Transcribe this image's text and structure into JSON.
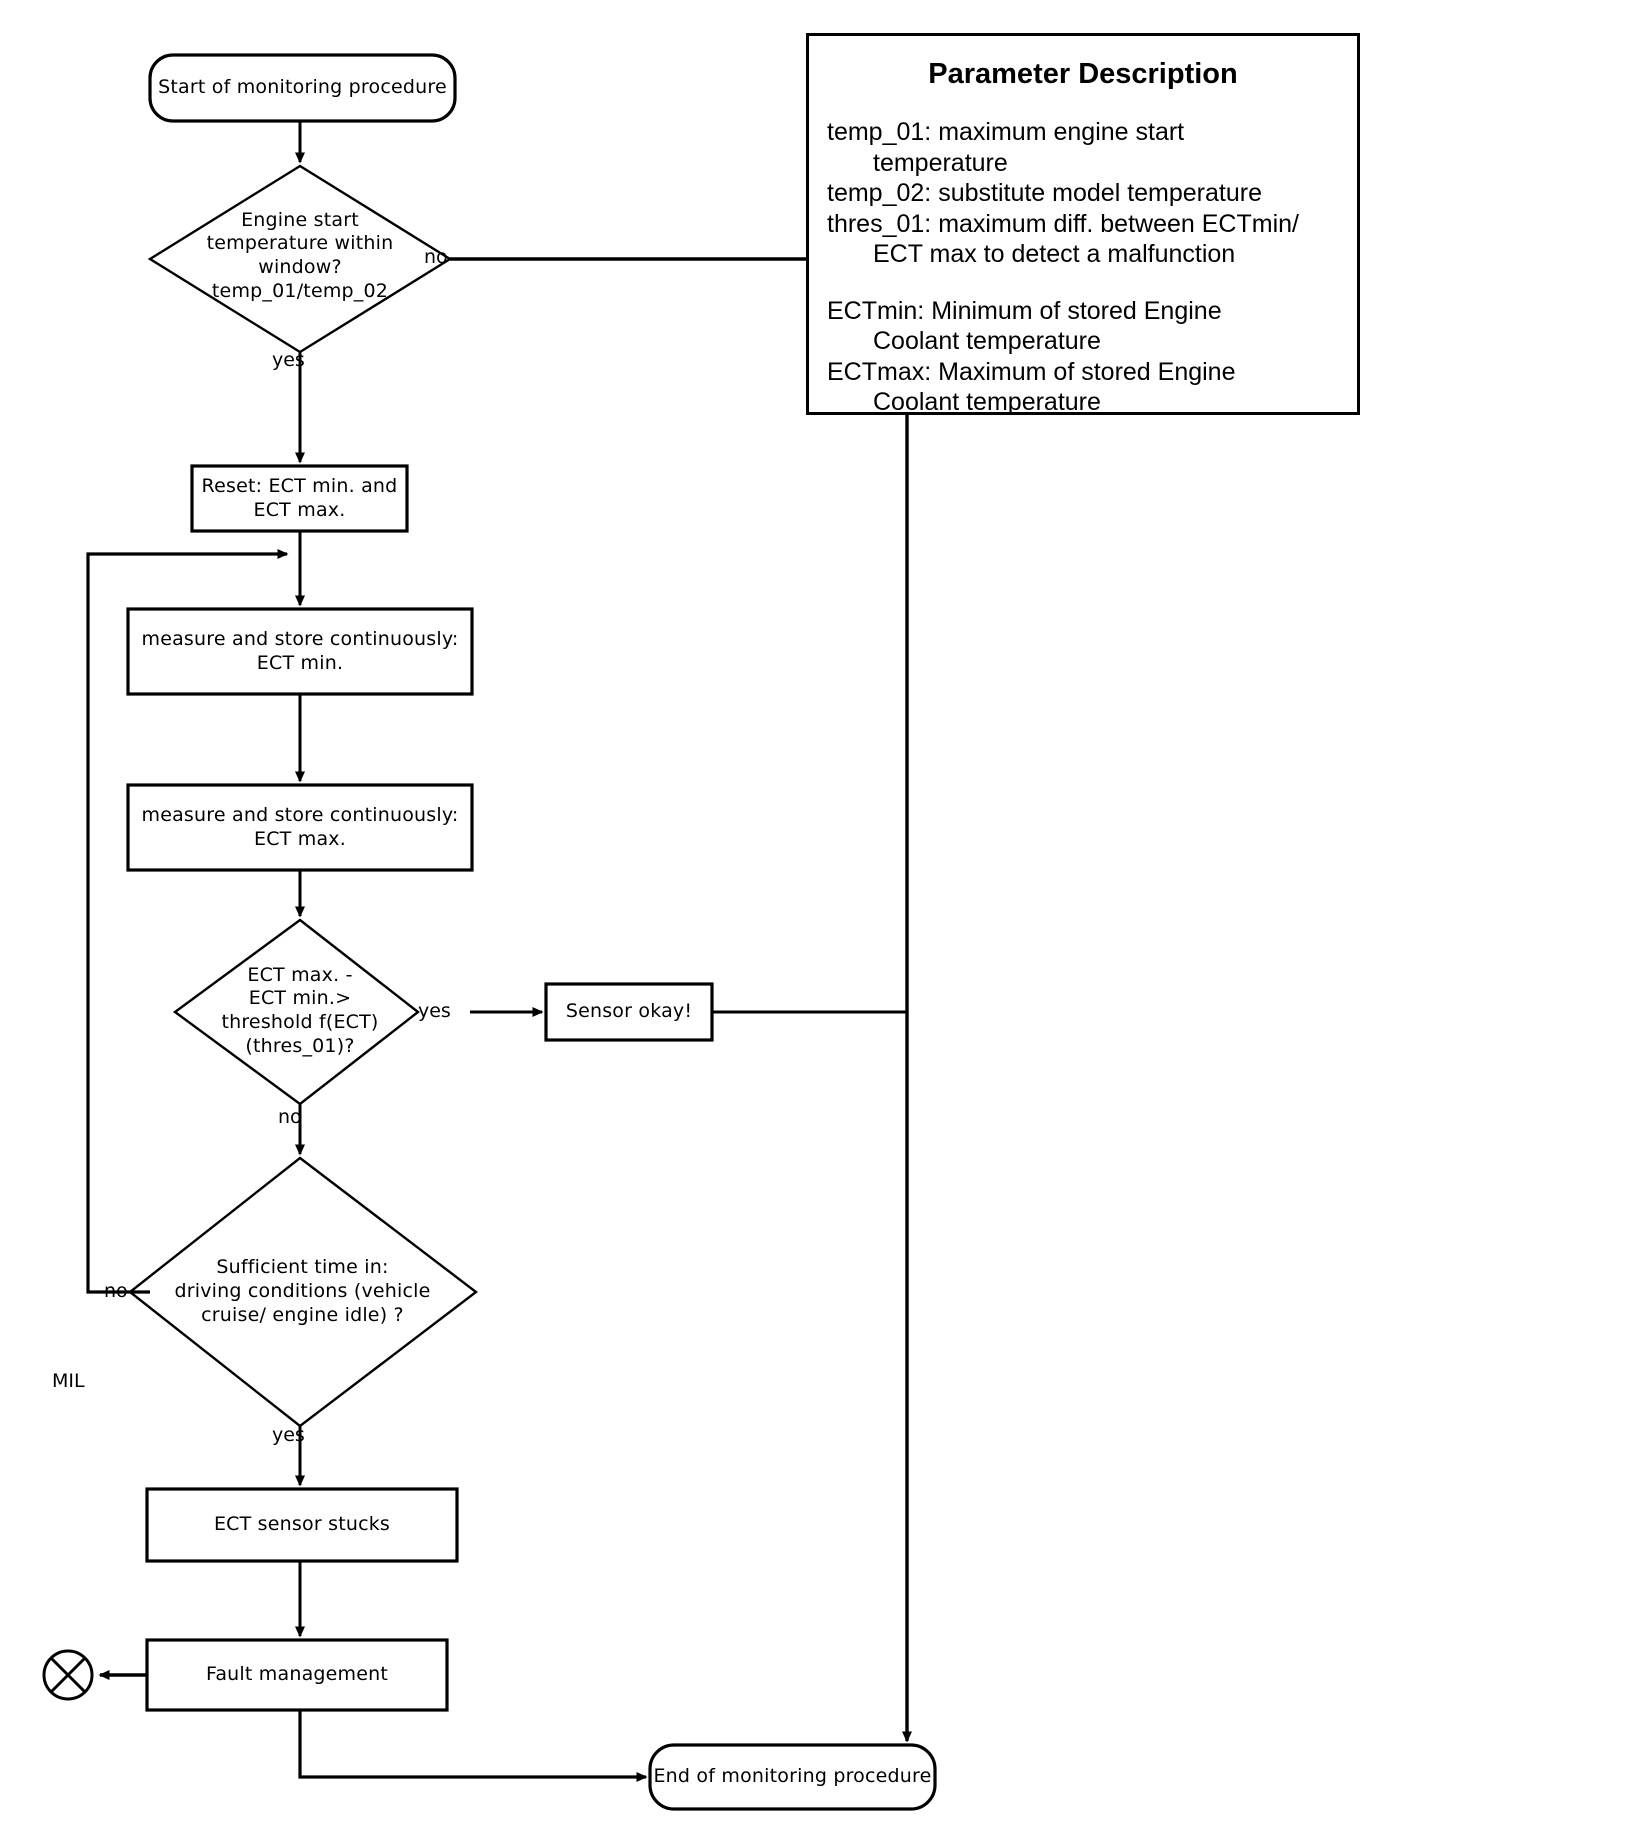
{
  "diagram": {
    "title": "ECT sensor stuck monitoring procedure flowchart",
    "type": "flowchart",
    "line_color": "#000000",
    "background_color": "#ffffff"
  },
  "nodes": {
    "start": {
      "label": "Start of monitoring procedure",
      "shape": "terminator"
    },
    "decision_engine_start": {
      "label": "Engine start\ntemperature within\nwindow?\ntemp_01/temp_02",
      "shape": "diamond"
    },
    "reset": {
      "label": "Reset: ECT min. and\nECT max.",
      "shape": "process"
    },
    "measure_min": {
      "label": "measure and store continuously:\nECT min.",
      "shape": "process"
    },
    "measure_max": {
      "label": "measure and store continuously:\nECT max.",
      "shape": "process"
    },
    "decision_threshold": {
      "label": "ECT max. -\nECT min.>\nthreshold f(ECT)\n(thres_01)?",
      "shape": "diamond"
    },
    "sensor_okay": {
      "label": "Sensor okay!",
      "shape": "process"
    },
    "decision_time": {
      "label": "Sufficient time in:\ndriving conditions (vehicle\ncruise/ engine idle) ?",
      "shape": "diamond"
    },
    "sensor_stucks": {
      "label": "ECT sensor stucks",
      "shape": "process"
    },
    "fault_management": {
      "label": "Fault management",
      "shape": "process"
    },
    "mil": {
      "label": "MIL",
      "shape": "circle-x-indicator"
    },
    "end": {
      "label": "End of monitoring procedure",
      "shape": "terminator"
    }
  },
  "edge_labels": {
    "engine_start_no": "no",
    "engine_start_yes": "yes",
    "threshold_yes": "yes",
    "threshold_no": "no",
    "time_no": "no",
    "time_yes": "yes"
  },
  "panel": {
    "title": "Parameter Description",
    "entries": [
      {
        "name": "temp_01:",
        "text": "maximum engine start",
        "cont": "temperature"
      },
      {
        "name": "temp_02:",
        "text": "substitute model temperature",
        "cont": ""
      },
      {
        "name": "thres_01:",
        "text": "maximum diff. between ECTmin/",
        "cont": "ECT max to detect a malfunction"
      },
      {
        "name": "ECTmin:",
        "text": "Minimum of stored Engine",
        "cont": "Coolant temperature"
      },
      {
        "name": "ECTmax:",
        "text": "Maximum of stored Engine",
        "cont": "Coolant temperature"
      }
    ]
  }
}
